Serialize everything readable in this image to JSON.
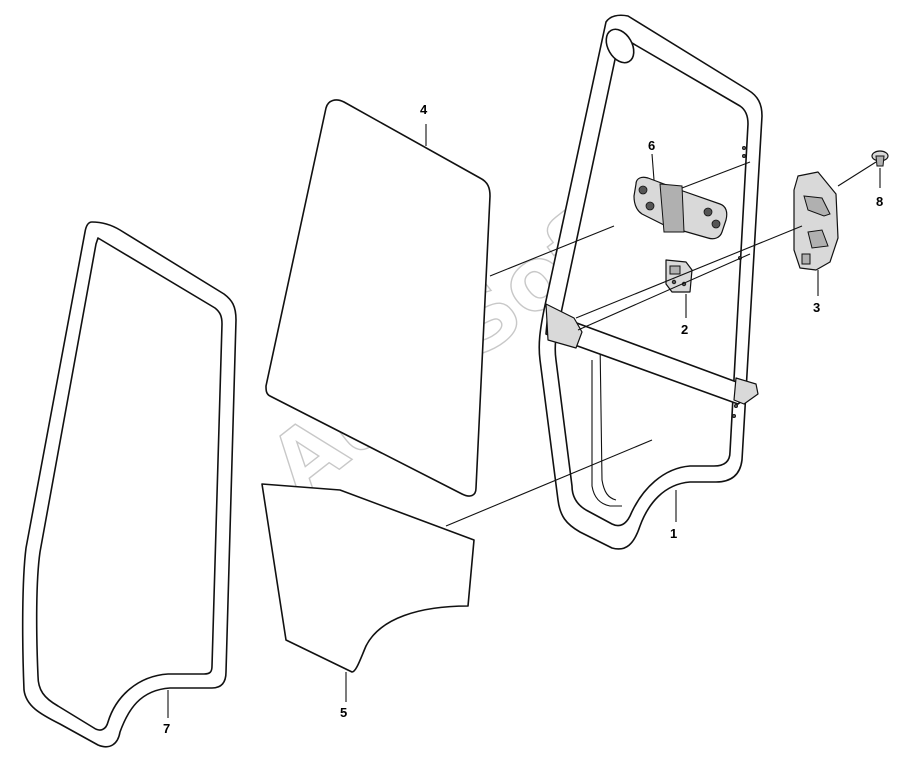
{
  "watermark": "AutoSoft",
  "callouts": {
    "p1": "1",
    "p2": "2",
    "p3": "3",
    "p4": "4",
    "p5": "5",
    "p6": "6",
    "p7": "7",
    "p8": "8"
  }
}
